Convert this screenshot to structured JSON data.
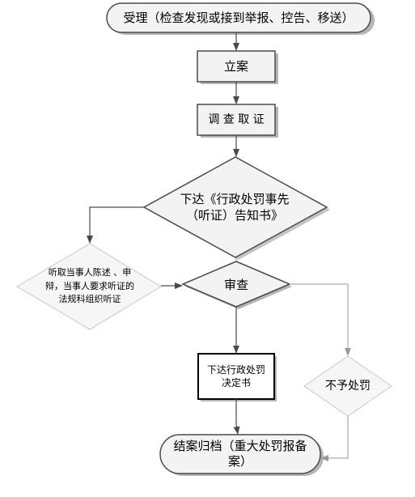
{
  "flowchart": {
    "accept": "受理（检查发现或接到举报、控告、移送）",
    "file_case": "立案",
    "investigate": "调 查 取 证",
    "notice_line1": "下达《行政处罚事先",
    "notice_line2": "（听证）告知书》",
    "hearing_line1": "听取当事人陈述 、申",
    "hearing_line2": "辩，当事人要求听证的",
    "hearing_line3": "法规科组织听证",
    "review": "审查",
    "decision_line1": "下达行政处罚",
    "decision_line2": "决定书",
    "no_penalty": "不予处罚",
    "close_line1": "结案归档（重大处罚报备",
    "close_line2": "案）"
  },
  "colors": {
    "line": "#4a4a4a",
    "gray_fill": "#f3f3f3",
    "shadow": "#b5b5b5"
  }
}
